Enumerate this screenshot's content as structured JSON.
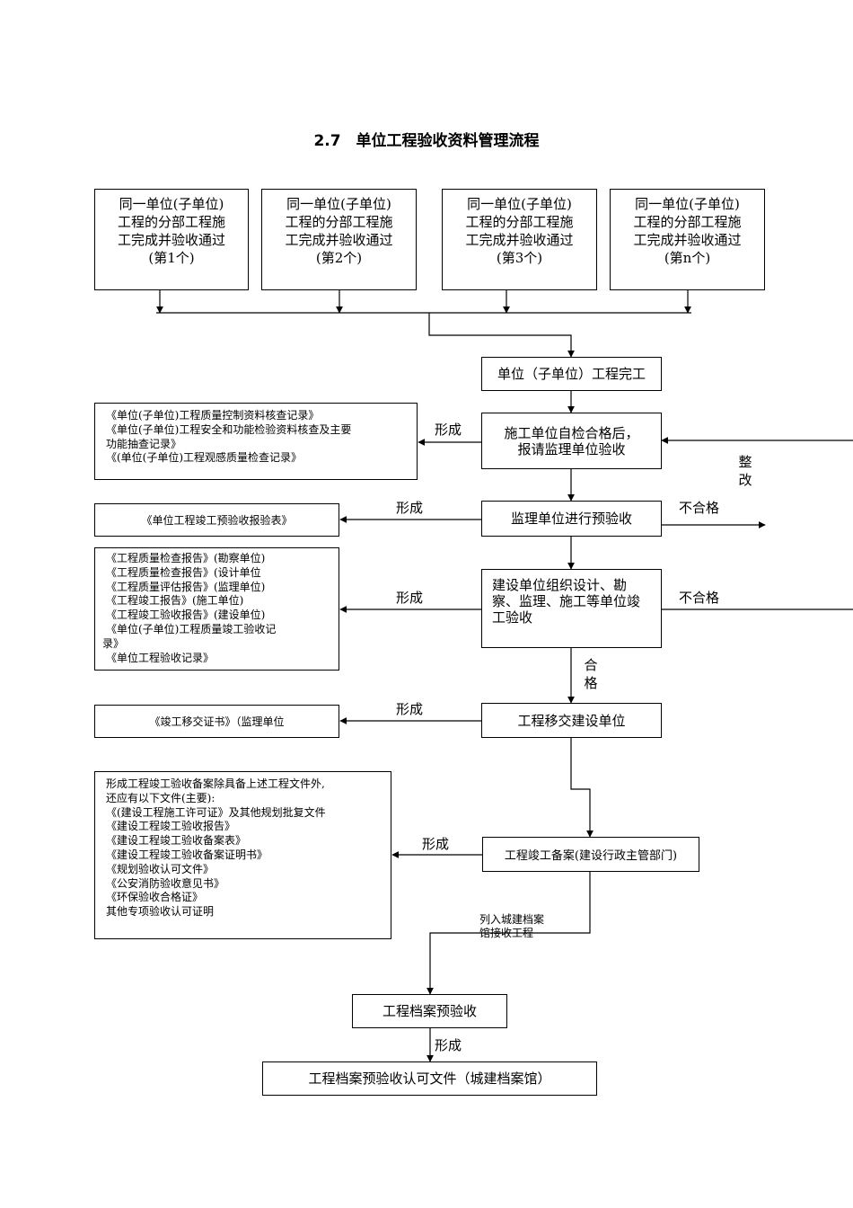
{
  "title": "2.7　单位工程验收资料管理流程",
  "sub_units": [
    {
      "lines": [
        "同一单位(子单位)",
        "工程的分部工程施",
        "工完成并验收通过",
        "(第1个)"
      ]
    },
    {
      "lines": [
        "同一单位(子单位)",
        "工程的分部工程施",
        "工完成并验收通过",
        "(第2个)"
      ]
    },
    {
      "lines": [
        "同一单位(子单位)",
        "工程的分部工程施",
        "工完成并验收通过",
        "(第3个)"
      ]
    },
    {
      "lines": [
        "同一单位(子单位)",
        "工程的分部工程施",
        "工完成并验收通过",
        "(第n个)"
      ]
    }
  ],
  "flow": {
    "completion": "单位（子单位）工程完工",
    "self_check": [
      "施工单位自检合格后，",
      "报请监理单位验收"
    ],
    "pre_accept": "监理单位进行预验收",
    "org_accept": [
      "建设单位组织设计、勘",
      "察、监理、施工等单位竣",
      "工验收"
    ],
    "handover": "工程移交建设单位",
    "filing": "工程竣工备案(建设行政主管部门)",
    "archive_pre": "工程档案预验收",
    "archive_doc": "工程档案预验收认可文件（城建档案馆）"
  },
  "docs": {
    "self_check": [
      "《单位(子单位)工程质量控制资料核查记录》",
      "《单位(子单位)工程安全和功能检验资料核查及主要",
      "功能抽查记录》",
      "《(单位(子单位)工程观感质量检查记录》"
    ],
    "pre_accept": [
      "《单位工程竣工预验收报验表》"
    ],
    "org_accept": [
      "《工程质量检查报告》(勘察单位)",
      "《工程质量检查报告》(设计单位",
      "《工程质量评估报告》(监理单位)",
      "《工程竣工报告》(施工单位)",
      "《工程竣工验收报告》(建设单位)",
      "《单位(子单位)工程质量竣工验收记",
      "录》",
      "《单位工程验收记录》"
    ],
    "handover": [
      "《竣工移交证书》（监理单位"
    ],
    "filing": [
      "形成工程竣工验收备案除具备上述工程文件外,",
      "还应有以下文件(主要):",
      "《(建设工程施工许可证》及其他规划批复文件",
      "《建设工程竣工验收报告》",
      "《建设工程竣工验收备案表》",
      "《建设工程竣工验收备案证明书》",
      "《规划验收认可文件》",
      "《公安消防验收意见书》",
      "《环保验收合格证》",
      "其他专项验收认可证明"
    ]
  },
  "labels": {
    "form": "形成",
    "fail": "不合格",
    "rectify": [
      "整",
      "改"
    ],
    "pass": [
      "合",
      "格"
    ],
    "archive_note": [
      "列入城建档案",
      "馆接收工程"
    ]
  }
}
